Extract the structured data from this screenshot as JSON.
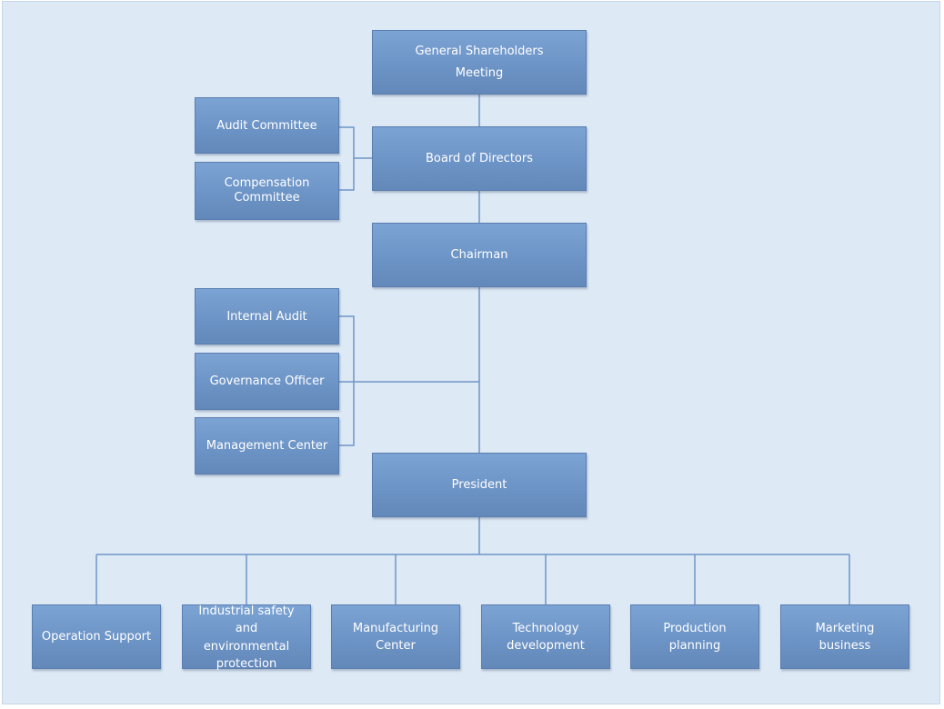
{
  "org_chart": {
    "general_shareholders_meeting": "General Shareholders\nMeeting",
    "board_of_directors": "Board of Directors",
    "audit_committee": "Audit Committee",
    "compensation_committee": "Compensation\nCommittee",
    "chairman": "Chairman",
    "internal_audit": "Internal Audit",
    "governance_officer": "Governance Officer",
    "management_center": "Management Center",
    "president": "President",
    "departments": [
      "Operation Support",
      "Industrial safety\nand\nenvironmental\nprotection",
      "Manufacturing\nCenter",
      "Technology\ndevelopment",
      "Production\nplanning",
      "Marketing\nbusiness"
    ]
  },
  "colors": {
    "background": "#dde9f5",
    "box_fill": "#6d94c6",
    "box_border": "#5a7eb0",
    "connector": "#6f96c8",
    "text": "#ffffff"
  }
}
